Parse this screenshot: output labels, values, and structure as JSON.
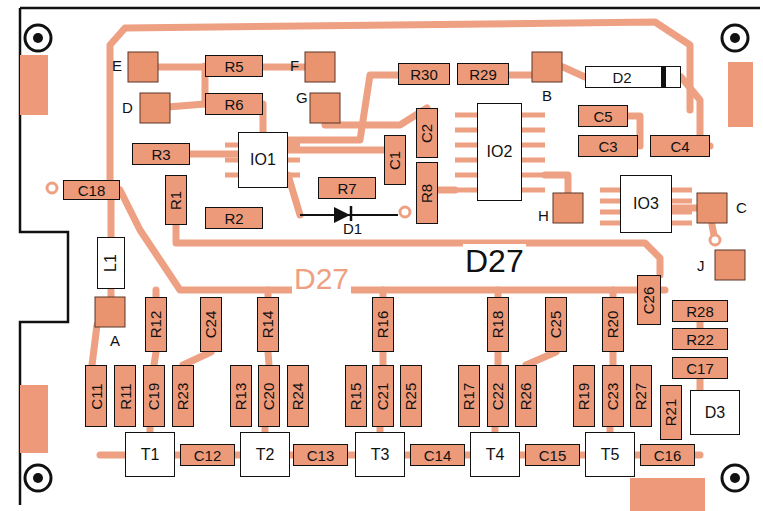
{
  "diagram": {
    "nodes": [
      {
        "text": [
          "R5"
        ]
      },
      {
        "text": [
          "R30"
        ]
      },
      {
        "text": [
          "R29"
        ]
      },
      {
        "text": [
          "D2"
        ]
      },
      {
        "text": [
          "R6"
        ]
      },
      {
        "text": [
          "C2"
        ]
      },
      {
        "text": [
          "IO2"
        ]
      },
      {
        "text": [
          "C5"
        ]
      },
      {
        "text": [
          "R3"
        ]
      },
      {
        "text": [
          "IO1"
        ]
      },
      {
        "text": [
          "C1"
        ]
      },
      {
        "text": [
          "C3"
        ]
      },
      {
        "text": [
          "C4"
        ]
      },
      {
        "text": [
          "R7"
        ]
      },
      {
        "text": [
          "R8"
        ]
      },
      {
        "text": [
          "C18"
        ]
      },
      {
        "text": [
          "R1"
        ]
      },
      {
        "text": [
          "IO3"
        ]
      },
      {
        "text": [
          "R2"
        ]
      },
      {
        "text": [
          "L1"
        ]
      },
      {
        "text": [
          "C26"
        ]
      },
      {
        "text": [
          "R12"
        ]
      },
      {
        "text": [
          "C24"
        ]
      },
      {
        "text": [
          "R14"
        ]
      },
      {
        "text": [
          "R16"
        ]
      },
      {
        "text": [
          "R18"
        ]
      },
      {
        "text": [
          "C25"
        ]
      },
      {
        "text": [
          "R20"
        ]
      },
      {
        "text": [
          "R28"
        ]
      },
      {
        "text": [
          "R22"
        ]
      },
      {
        "text": [
          "C17"
        ]
      },
      {
        "text": [
          "C11"
        ]
      },
      {
        "text": [
          "R11"
        ]
      },
      {
        "text": [
          "C19"
        ]
      },
      {
        "text": [
          "R23"
        ]
      },
      {
        "text": [
          "R13"
        ]
      },
      {
        "text": [
          "C20"
        ]
      },
      {
        "text": [
          "R24"
        ]
      },
      {
        "text": [
          "R15"
        ]
      },
      {
        "text": [
          "C21"
        ]
      },
      {
        "text": [
          "R25"
        ]
      },
      {
        "text": [
          "R17"
        ]
      },
      {
        "text": [
          "C22"
        ]
      },
      {
        "text": [
          "R26"
        ]
      },
      {
        "text": [
          "R19"
        ]
      },
      {
        "text": [
          "C23"
        ]
      },
      {
        "text": [
          "R27"
        ]
      },
      {
        "text": [
          "R21"
        ]
      },
      {
        "text": [
          "D3"
        ]
      },
      {
        "text": [
          "T1"
        ]
      },
      {
        "text": [
          "C12"
        ]
      },
      {
        "text": [
          "T2"
        ]
      },
      {
        "text": [
          "C13"
        ]
      },
      {
        "text": [
          "T3"
        ]
      },
      {
        "text": [
          "C14"
        ]
      },
      {
        "text": [
          "T4"
        ]
      },
      {
        "text": [
          "C15"
        ]
      },
      {
        "text": [
          "T5"
        ]
      },
      {
        "text": [
          "C16"
        ]
      }
    ],
    "labels": [
      "E",
      "F",
      "B",
      "G",
      "D",
      "C",
      "H",
      "D1",
      "D27",
      "J",
      "D27",
      "A"
    ]
  }
}
